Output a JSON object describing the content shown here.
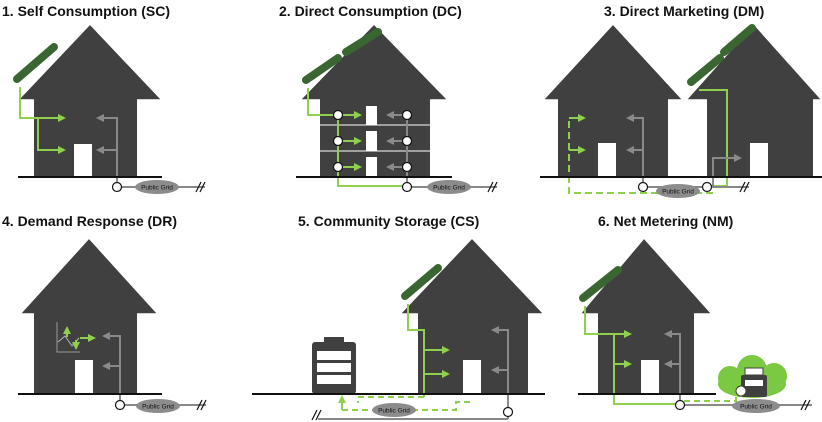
{
  "panels": [
    {
      "title": "1. Self Consumption (SC)",
      "grid_label": "Public Grid"
    },
    {
      "title": "2. Direct Consumption (DC)",
      "grid_label": "Public Grid"
    },
    {
      "title": "3. Direct Marketing (DM)",
      "grid_label": "Public Grid"
    },
    {
      "title": "4. Demand Response (DR)",
      "grid_label": "Public Grid"
    },
    {
      "title": "5. Community Storage (CS)",
      "grid_label": "Public Grid"
    },
    {
      "title": "6. Net Metering (NM)",
      "grid_label": "Public Grid"
    }
  ],
  "colors": {
    "house": "#404040",
    "solar": "#3a6632",
    "energy_flow": "#8fd14f",
    "grid_flow": "#888888",
    "grid_oval": "#8c8c8c",
    "storage": "#404040",
    "cloud": "#7bc843"
  }
}
